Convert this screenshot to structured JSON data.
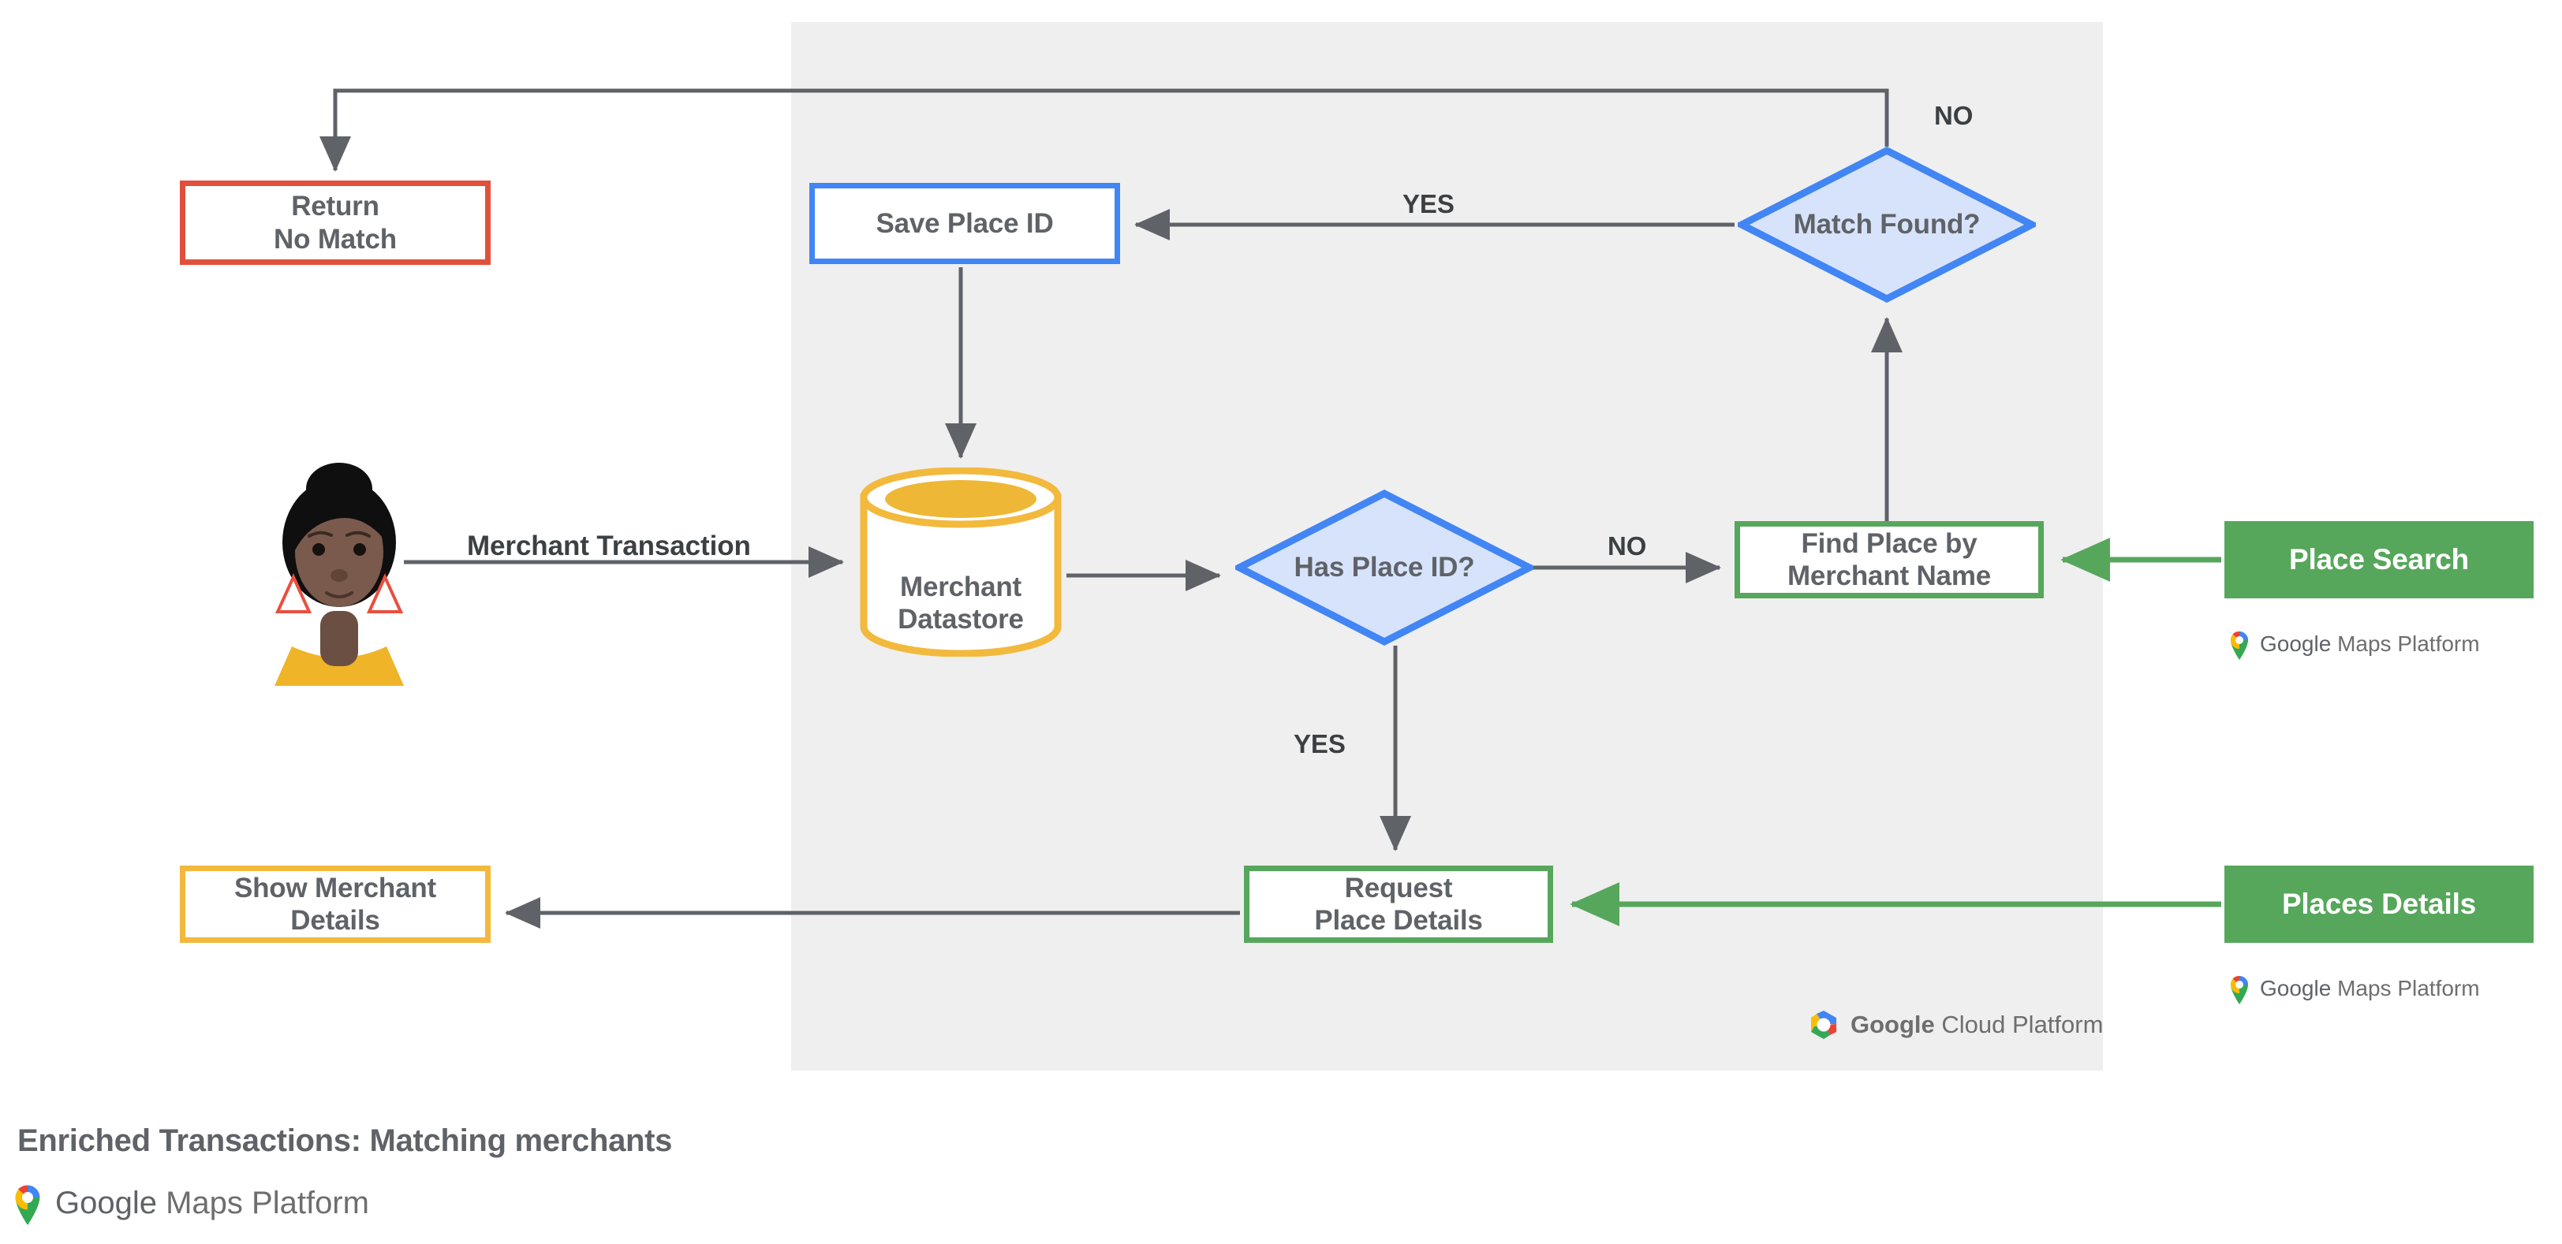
{
  "diagram": {
    "title": "Enriched Transactions: Matching merchants",
    "panel_label": "google-cloud-platform-region",
    "colors": {
      "panel_bg": "#efefef",
      "red": "#e0503c",
      "blue": "#4285f4",
      "blue_fill": "#d7e3fb",
      "green": "#56a75b",
      "gold": "#f2b93c",
      "gold_fill": "#eeb735",
      "edge": "#5f6368",
      "text": "#5f6368"
    }
  },
  "nodes": {
    "return_no_match": {
      "line1": "Return",
      "line2": "No Match"
    },
    "save_place_id": {
      "line1": "Save Place ID"
    },
    "merchant_datastore": {
      "line1": "Merchant",
      "line2": "Datastore"
    },
    "has_place_id": {
      "line1": "Has",
      "line2": "Place ID?"
    },
    "match_found": {
      "line1": "Match",
      "line2": "Found?"
    },
    "find_place": {
      "line1": "Find Place by",
      "line2": "Merchant Name"
    },
    "request_place_details": {
      "line1": "Request",
      "line2": "Place Details"
    },
    "show_merchant_details": {
      "line1": "Show Merchant",
      "line2": "Details"
    }
  },
  "products": {
    "place_search": {
      "label": "Place Search"
    },
    "places_details": {
      "label": "Places Details"
    }
  },
  "edge_labels": {
    "merchant_transaction": "Merchant Transaction",
    "yes_match_found": "YES",
    "no_match_found": "NO",
    "no_has_place_id": "NO",
    "yes_has_place_id": "YES"
  },
  "logos": {
    "maps_platform_google": "Google",
    "maps_platform_rest": " Maps Platform",
    "cloud_platform_google": "Google",
    "cloud_platform_rest": " Cloud Platform"
  },
  "actor": {
    "name": "merchant-customer-avatar"
  }
}
